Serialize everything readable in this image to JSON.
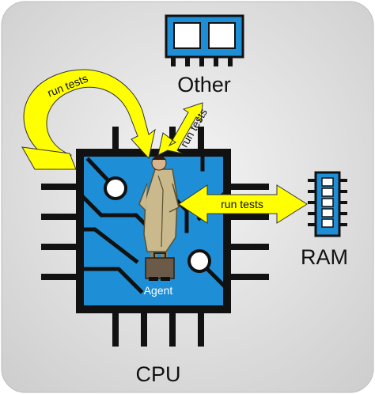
{
  "labels": {
    "other": "Other",
    "ram": "RAM",
    "cpu": "CPU",
    "agent": "Agent"
  },
  "arrows": {
    "loop_label": "run tests",
    "small_label": "run tests",
    "ram_label": "run tests"
  },
  "colors": {
    "background": "#e6e6e6",
    "chip_blue": "#1e8fd6",
    "arrow_yellow": "#ffff00",
    "outline": "#111111"
  },
  "icons": {
    "other_chip": "memory-module-icon",
    "ram_chip": "memory-stick-icon",
    "agent": "agent-figure-icon"
  }
}
